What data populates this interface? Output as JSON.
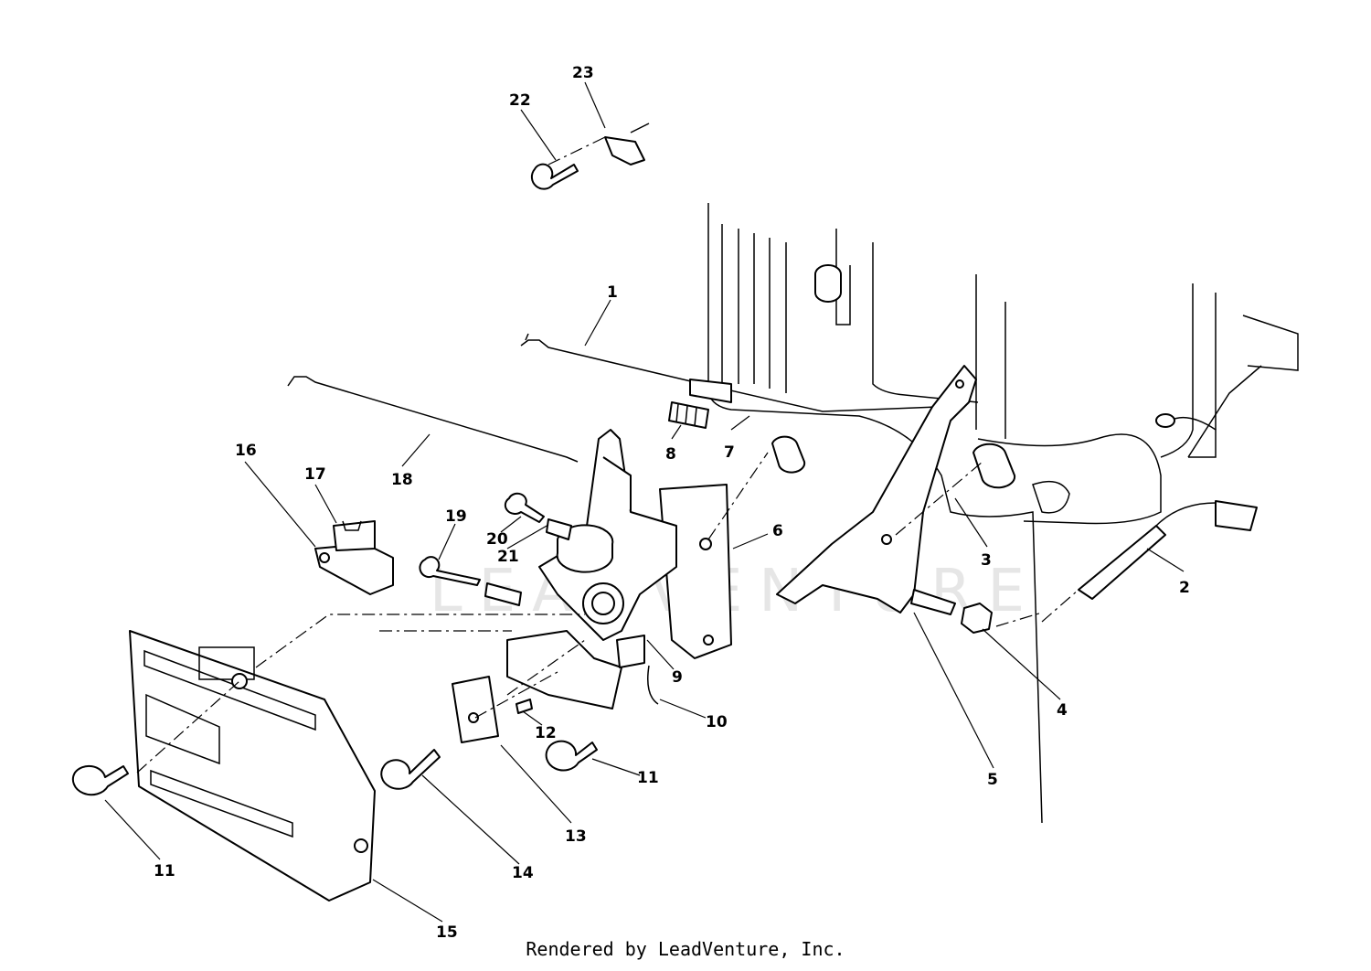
{
  "watermark": "LEADVENTURE",
  "footer": "Rendered by LeadVenture, Inc.",
  "callouts": {
    "c1": "1",
    "c2": "2",
    "c3": "3",
    "c4": "4",
    "c5": "5",
    "c6": "6",
    "c7": "7",
    "c8": "8",
    "c9": "9",
    "c10": "10",
    "c11a": "11",
    "c11b": "11",
    "c12": "12",
    "c13": "13",
    "c14": "14",
    "c15": "15",
    "c16": "16",
    "c17": "17",
    "c18": "18",
    "c19": "19",
    "c20": "20",
    "c21": "21",
    "c22": "22",
    "c23": "23"
  }
}
